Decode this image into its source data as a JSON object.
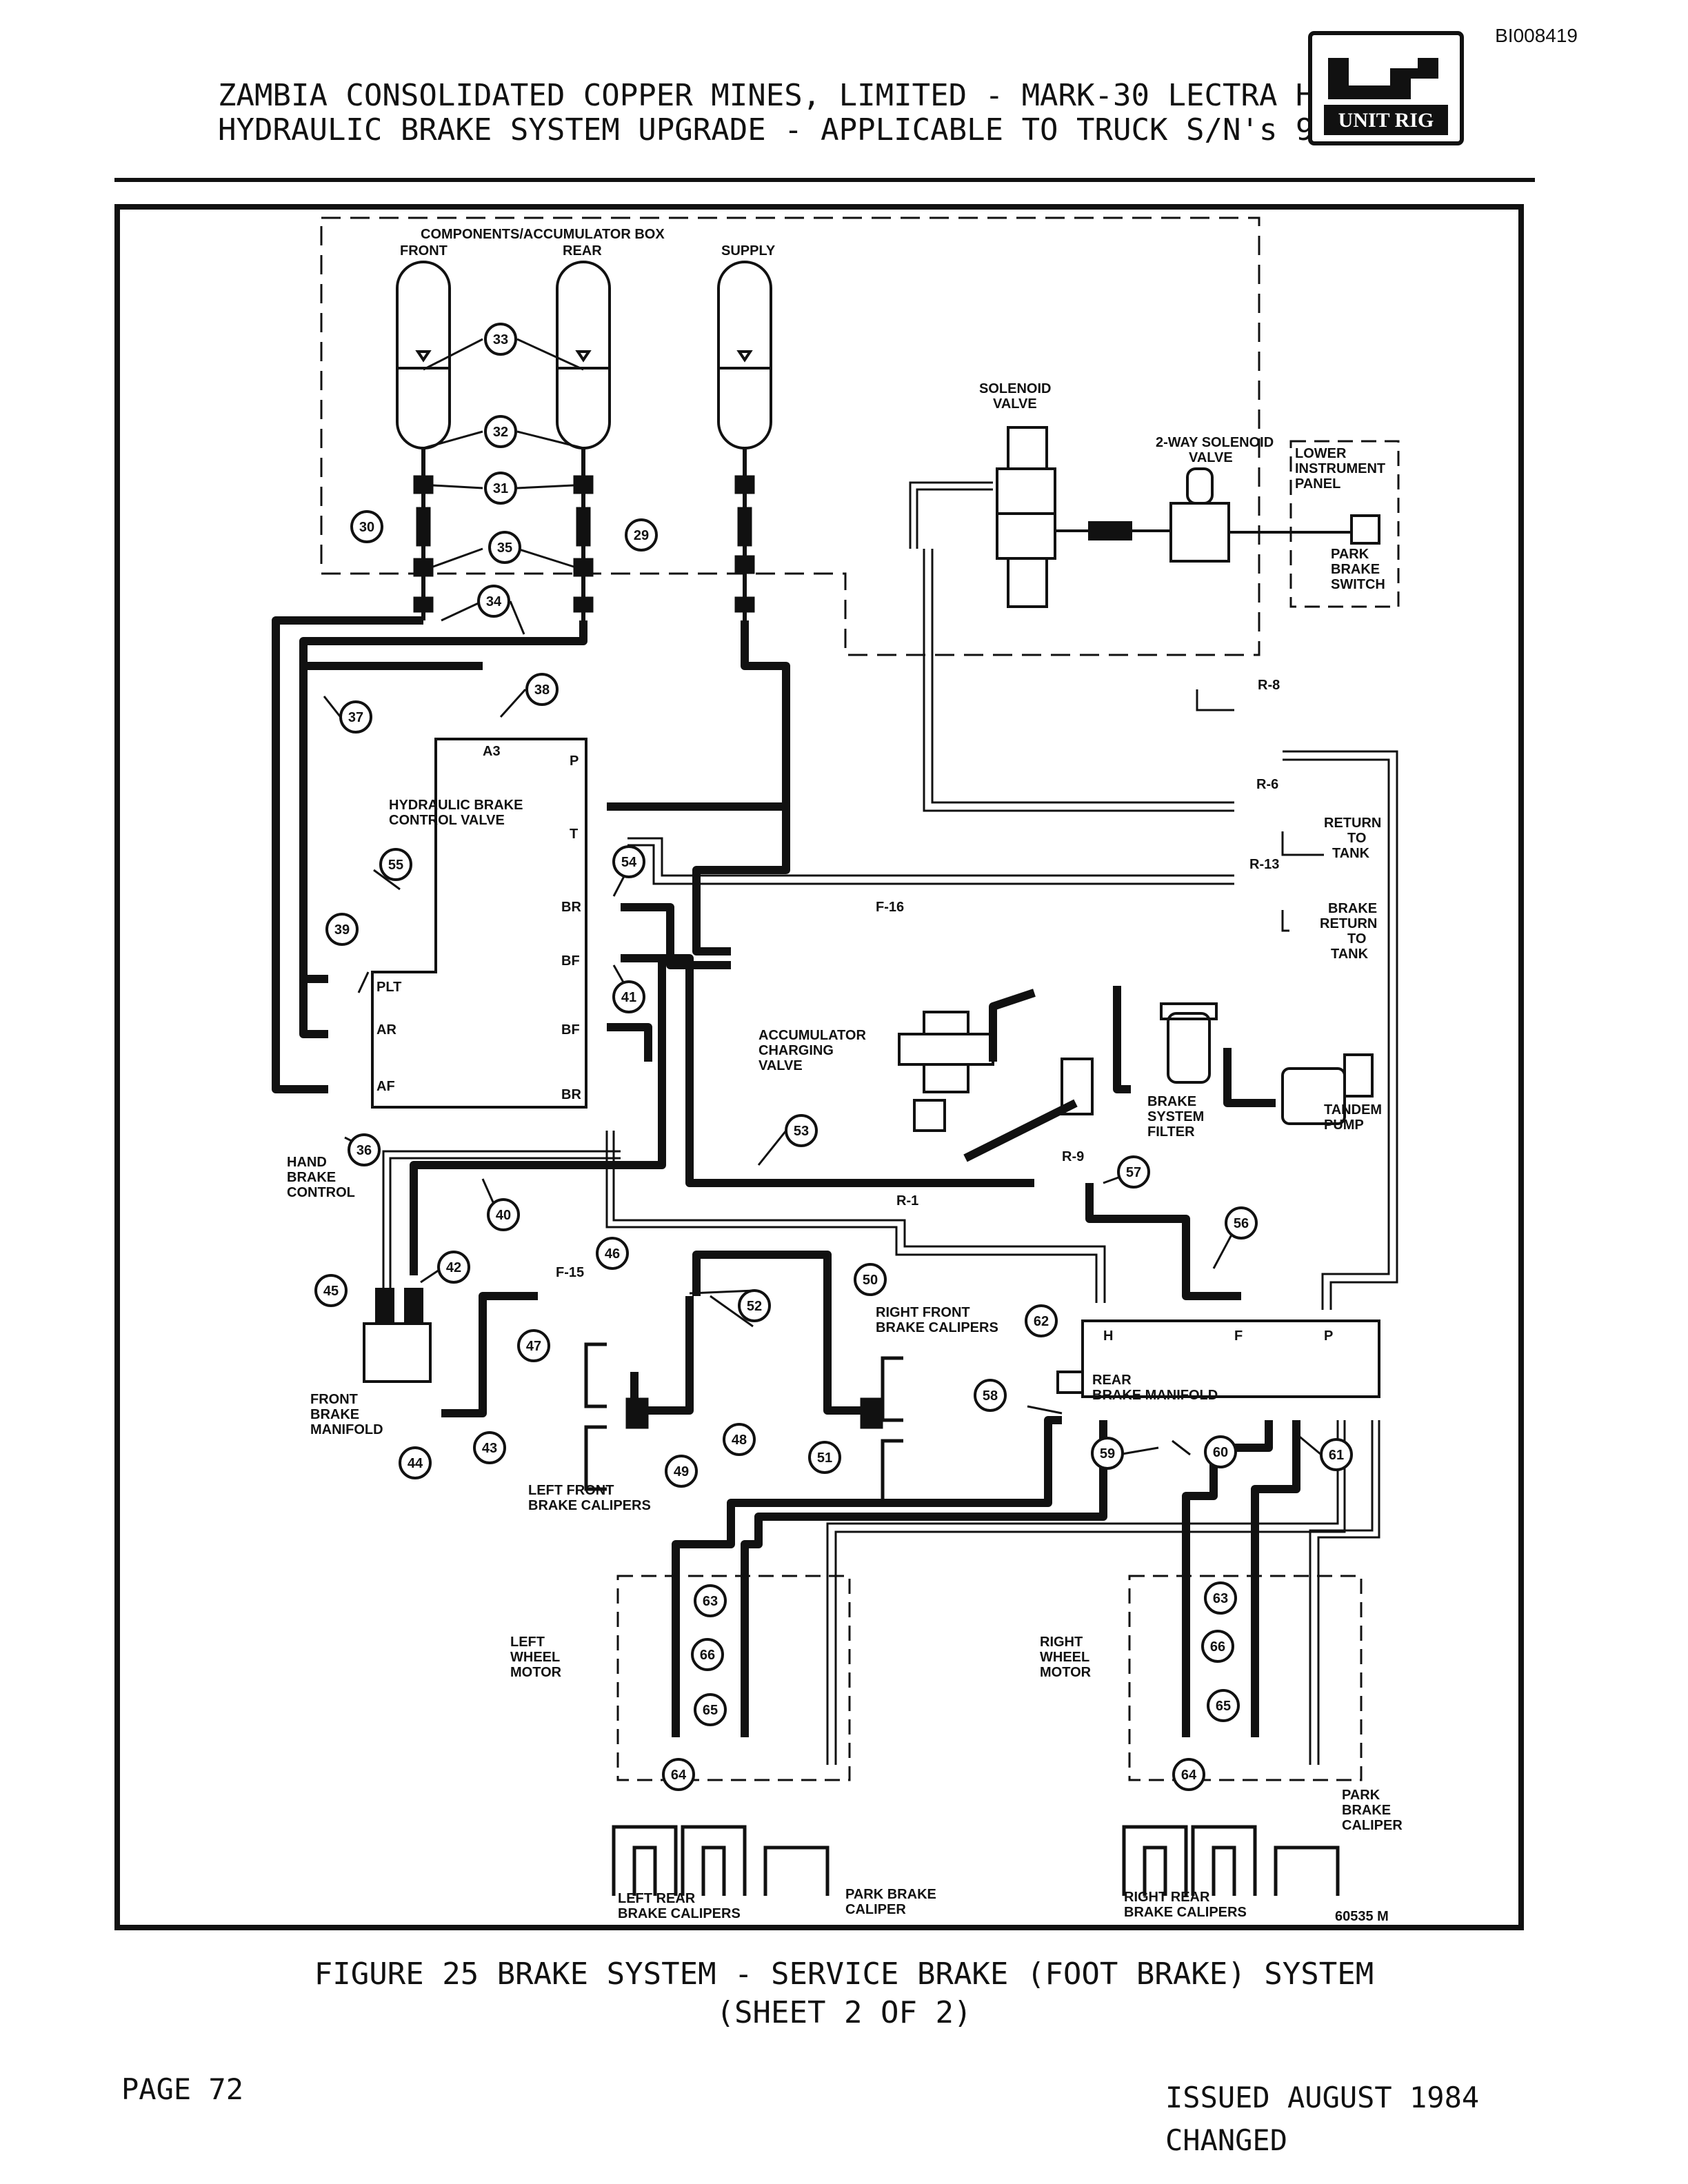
{
  "doc_id": "BI008419",
  "header": {
    "line1": "ZAMBIA CONSOLIDATED COPPER MINES, LIMITED - MARK-30 LECTRA HAUL",
    "line2": "HYDRAULIC BRAKE SYSTEM UPGRADE - APPLICABLE TO TRUCK S/N's 95-109"
  },
  "logo": {
    "text": "UNIT RIG"
  },
  "diagram": {
    "labels": {
      "components_box": "COMPONENTS/ACCUMULATOR BOX",
      "front": "FRONT",
      "rear": "REAR",
      "supply": "SUPPLY",
      "solenoid_1": "SOLENOID",
      "solenoid_2": "VALVE",
      "two_way_1": "2-WAY SOLENOID",
      "two_way_2": "VALVE",
      "lower_panel_1": "LOWER",
      "lower_panel_2": "INSTRUMENT",
      "lower_panel_3": "PANEL",
      "park_switch_1": "PARK",
      "park_switch_2": "BRAKE",
      "park_switch_3": "SWITCH",
      "hbcv_1": "HYDRAULIC BRAKE",
      "hbcv_2": "CONTROL VALVE",
      "port_a3": "A3",
      "port_p": "P",
      "port_t": "T",
      "port_br": "BR",
      "port_bf": "BF",
      "port_plt": "PLT",
      "port_ar": "AR",
      "port_af": "AF",
      "port_bf2": "BF",
      "port_br2": "BR",
      "return_1": "RETURN",
      "return_2": "TO",
      "return_3": "TANK",
      "brake_return_1": "BRAKE",
      "brake_return_2": "RETURN",
      "brake_return_3": "TO",
      "brake_return_4": "TANK",
      "r8": "R-8",
      "r6": "R-6",
      "r13": "R-13",
      "r9": "R-9",
      "r1": "R-1",
      "f16": "F-16",
      "f15": "F-15",
      "acv_1": "ACCUMULATOR",
      "acv_2": "CHARGING",
      "acv_3": "VALVE",
      "filter_1": "BRAKE",
      "filter_2": "SYSTEM",
      "filter_3": "FILTER",
      "pump_1": "TANDEM",
      "pump_2": "PUMP",
      "hand_1": "HAND",
      "hand_2": "BRAKE",
      "hand_3": "CONTROL",
      "front_man_1": "FRONT",
      "front_man_2": "BRAKE",
      "front_man_3": "MANIFOLD",
      "rf_cal_1": "RIGHT FRONT",
      "rf_cal_2": "BRAKE CALIPERS",
      "lf_cal_1": "LEFT FRONT",
      "lf_cal_2": "BRAKE CALIPERS",
      "rear_man_1": "REAR",
      "rear_man_2": "BRAKE MANIFOLD",
      "port_h": "H",
      "port_f": "F",
      "port_p2": "P",
      "lwm_1": "LEFT",
      "lwm_2": "WHEEL",
      "lwm_3": "MOTOR",
      "rwm_1": "RIGHT",
      "rwm_2": "WHEEL",
      "rwm_3": "MOTOR",
      "lr_cal_1": "LEFT REAR",
      "lr_cal_2": "BRAKE CALIPERS",
      "pbc_l_1": "PARK BRAKE",
      "pbc_l_2": "CALIPER",
      "rr_cal_1": "RIGHT REAR",
      "rr_cal_2": "BRAKE CALIPERS",
      "pbc_r_1": "PARK",
      "pbc_r_2": "BRAKE",
      "pbc_r_3": "CALIPER",
      "drawing_no": "60535 M"
    },
    "callouts": {
      "c29": "29",
      "c30": "30",
      "c31": "31",
      "c32": "32",
      "c33": "33",
      "c34": "34",
      "c35": "35",
      "c36": "36",
      "c37": "37",
      "c38": "38",
      "c39": "39",
      "c40": "40",
      "c41": "41",
      "c42": "42",
      "c43": "43",
      "c44": "44",
      "c45": "45",
      "c46": "46",
      "c47": "47",
      "c48": "48",
      "c49": "49",
      "c50": "50",
      "c51": "51",
      "c52": "52",
      "c53": "53",
      "c54": "54",
      "c55": "55",
      "c56": "56",
      "c57": "57",
      "c58": "58",
      "c59": "59",
      "c60": "60",
      "c61": "61",
      "c62": "62",
      "c63a": "63",
      "c63b": "63",
      "c64a": "64",
      "c64b": "64",
      "c65a": "65",
      "c65b": "65",
      "c66a": "66",
      "c66b": "66"
    }
  },
  "caption": {
    "line1": "FIGURE 25 BRAKE SYSTEM - SERVICE BRAKE (FOOT BRAKE) SYSTEM",
    "line2": "(SHEET 2 OF 2)"
  },
  "footer": {
    "page": "PAGE 72",
    "issued": "ISSUED AUGUST 1984",
    "changed": "CHANGED"
  }
}
